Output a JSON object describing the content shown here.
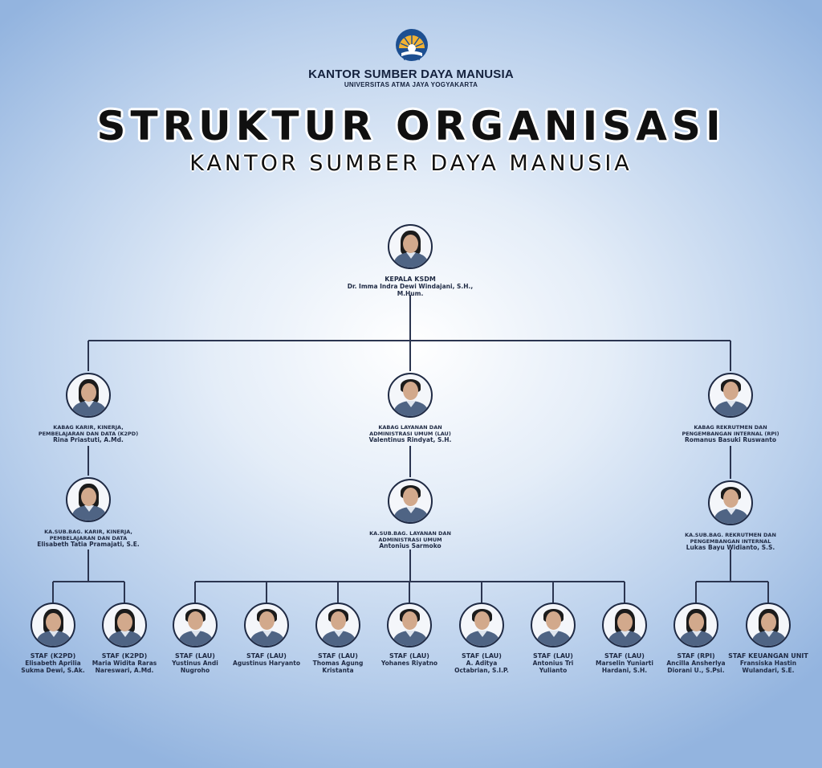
{
  "header": {
    "office_name": "KANTOR SUMBER DAYA MANUSIA",
    "university": "UNIVERSITAS ATMA JAYA YOGYAKARTA",
    "title": "STRUKTUR ORGANISASI",
    "subtitle": "KANTOR SUMBER DAYA MANUSIA"
  },
  "colors": {
    "line": "#2b3550",
    "uniform": "#4f6484",
    "logo_blue": "#1d4f91",
    "logo_gold": "#f2b233"
  },
  "org": {
    "head": {
      "role": "KEPALA KSDM",
      "name": "Dr. Imma Indra Dewi Windajani, S.H., M.Hum."
    },
    "kabag": [
      {
        "role": "KABAG KARIR, KINERJA,\nPEMBELAJARAN DAN DATA (K2PD)",
        "name": "Rina Priastuti, A.Md."
      },
      {
        "role": "KABAG LAYANAN DAN\nADMINISTRASI UMUM (LAU)",
        "name": "Valentinus Rindyat, S.H."
      },
      {
        "role": "KABAG REKRUTMEN DAN\nPENGEMBANGAN INTERNAL (RPI)",
        "name": "Romanus Basuki Ruswanto"
      }
    ],
    "kasubbag": [
      {
        "role": "KA.SUB.BAG. KARIR, KINERJA,\nPEMBELAJARAN DAN DATA",
        "name": "Elisabeth Tatia Pramajati, S.E."
      },
      {
        "role": "KA.SUB.BAG. LAYANAN DAN\nADMINISTRASI UMUM",
        "name": "Antonius Sarmoko"
      },
      {
        "role": "KA.SUB.BAG. REKRUTMEN DAN\nPENGEMBANGAN INTERNAL",
        "name": "Lukas Bayu Widianto, S.S."
      }
    ],
    "staff": [
      {
        "role": "STAF (K2PD)",
        "name": "Elisabeth Aprilia\nSukma Dewi, S.Ak."
      },
      {
        "role": "STAF (K2PD)",
        "name": "Maria Widita Raras\nNareswari, A.Md."
      },
      {
        "role": "STAF (LAU)",
        "name": "Yustinus Andi\nNugroho"
      },
      {
        "role": "STAF (LAU)",
        "name": "Agustinus Haryanto"
      },
      {
        "role": "STAF (LAU)",
        "name": "Thomas Agung\nKristanta"
      },
      {
        "role": "STAF (LAU)",
        "name": "Yohanes Riyatno"
      },
      {
        "role": "STAF (LAU)",
        "name": "A. Aditya\nOctabrian, S.I.P."
      },
      {
        "role": "STAF (LAU)",
        "name": "Antonius Tri\nYulianto"
      },
      {
        "role": "STAF (LAU)",
        "name": "Marselin Yuniarti\nHardani, S.H."
      },
      {
        "role": "STAF (RPI)",
        "name": "Ancilla Ansherlya\nDiorani U., S.Psi."
      },
      {
        "role": "STAF KEUANGAN UNIT",
        "name": "Fransiska Hastin\nWulandari, S.E."
      }
    ]
  }
}
